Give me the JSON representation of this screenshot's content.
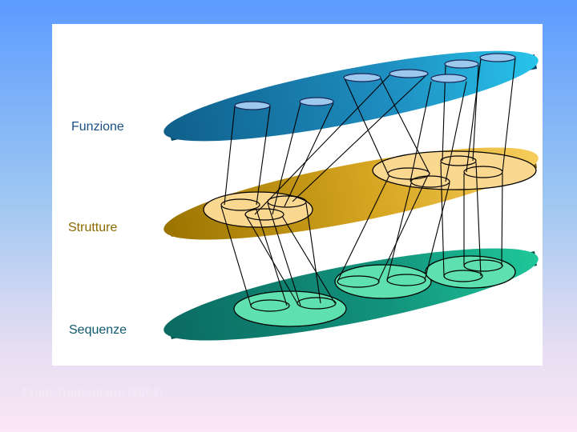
{
  "layers": {
    "function_label": "Funzione",
    "structure_label": "Strutture",
    "sequence_label": "Sequenze"
  },
  "credit": "From Tramontano (2004)",
  "colors": {
    "background_top": "#5c9bff",
    "background_bottom": "#fae6f6",
    "function_layer": "#1e86b4",
    "structure_layer": "#d8a820",
    "sequence_layer": "#12927a"
  }
}
